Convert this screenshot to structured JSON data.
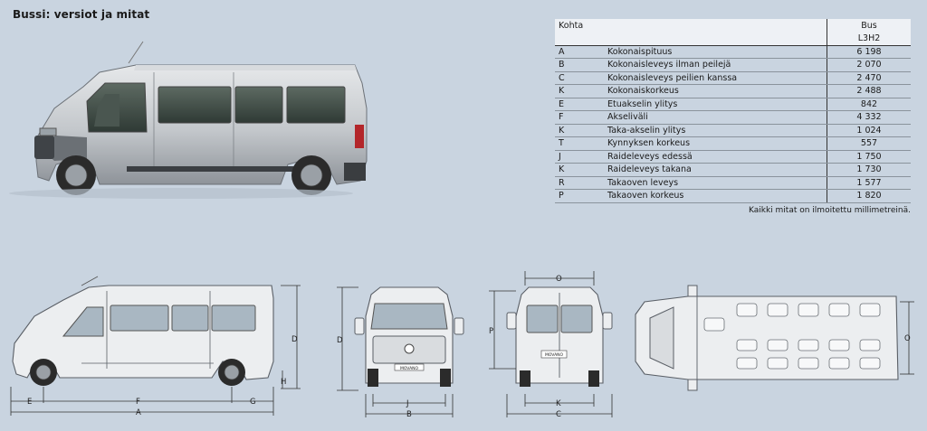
{
  "page": {
    "title": "Bussi: versiot ja mitat"
  },
  "table": {
    "header_item": "Kohta",
    "header_model": "Bus",
    "header_version": "L3H2",
    "rows": [
      {
        "code": "A",
        "label": "Kokonaispituus",
        "value": "6 198"
      },
      {
        "code": "B",
        "label": "Kokonaisleveys ilman peilejä",
        "value": "2 070"
      },
      {
        "code": "C",
        "label": "Kokonaisleveys peilien kanssa",
        "value": "2 470"
      },
      {
        "code": "K",
        "label": "Kokonaiskorkeus",
        "value": "2 488"
      },
      {
        "code": "E",
        "label": "Etuakselin ylitys",
        "value": "842"
      },
      {
        "code": "F",
        "label": "Akseliväli",
        "value": "4 332"
      },
      {
        "code": "K",
        "label": "Taka-akselin ylitys",
        "value": "1 024"
      },
      {
        "code": "T",
        "label": "Kynnyksen korkeus",
        "value": "557"
      },
      {
        "code": "J",
        "label": "Raideleveys edessä",
        "value": "1 750"
      },
      {
        "code": "K",
        "label": "Raideleveys takana",
        "value": "1 730"
      },
      {
        "code": "R",
        "label": "Takaoven leveys",
        "value": "1 577"
      },
      {
        "code": "P",
        "label": "Takaoven korkeus",
        "value": "1 820"
      }
    ]
  },
  "footnote": "Kaikki mitat on ilmoitettu millimetreinä.",
  "dimension_labels": {
    "side_E": "E",
    "side_F": "F",
    "side_G": "G",
    "side_A": "A",
    "side_D": "D",
    "side_H": "H",
    "front_D": "D",
    "front_J": "J",
    "front_B": "B",
    "rear_O": "O",
    "rear_P": "P",
    "rear_K": "K",
    "rear_C": "C",
    "top_O": "O"
  },
  "badges": {
    "front_grille": "MOVANO",
    "rear_door": "MOVANO"
  }
}
